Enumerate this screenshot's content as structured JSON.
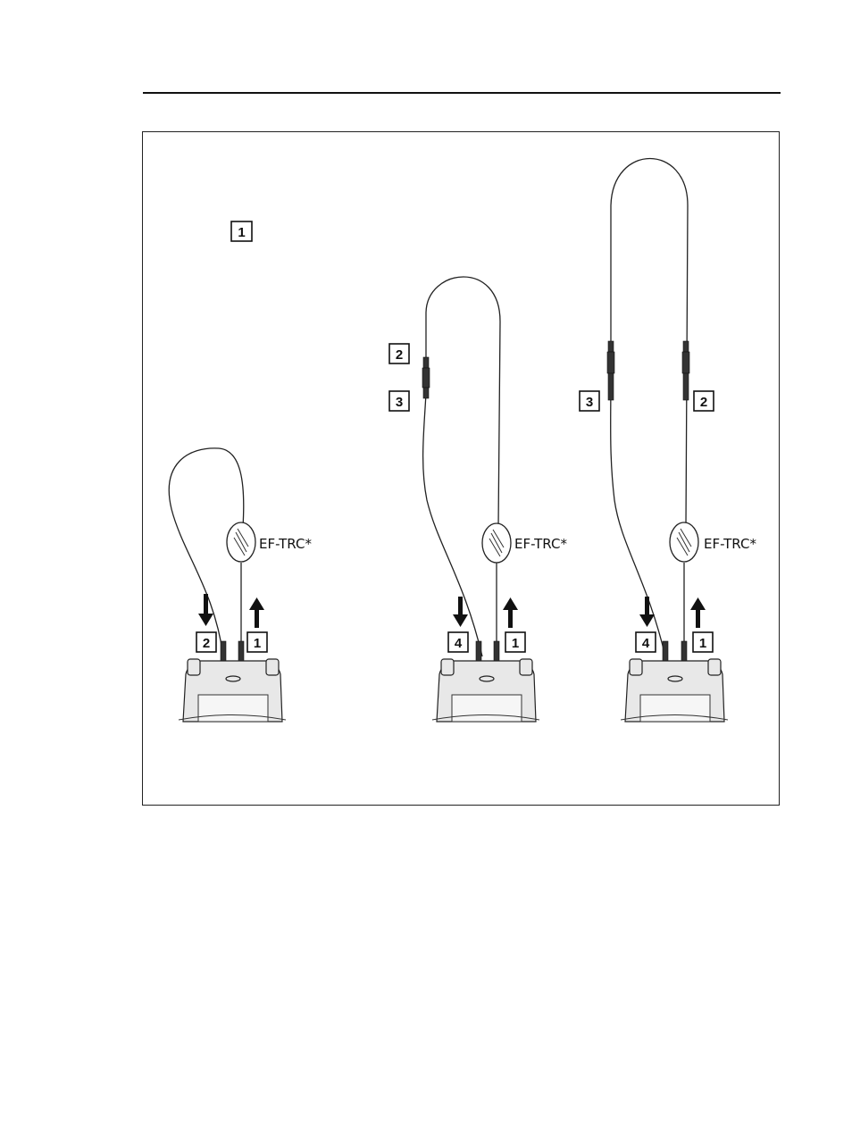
{
  "figure": {
    "panels": [
      {
        "id": "left",
        "callouts": {
          "top": "1",
          "down": "2",
          "up": "1"
        },
        "reference_label": "EF-TRC*"
      },
      {
        "id": "middle",
        "callouts": {
          "upper_left": "2",
          "lower_left": "3",
          "down": "4",
          "up": "1"
        },
        "reference_label": "EF-TRC*"
      },
      {
        "id": "right",
        "callouts": {
          "left": "3",
          "right": "2",
          "down": "4",
          "up": "1"
        },
        "reference_label": "EF-TRC*"
      }
    ]
  }
}
